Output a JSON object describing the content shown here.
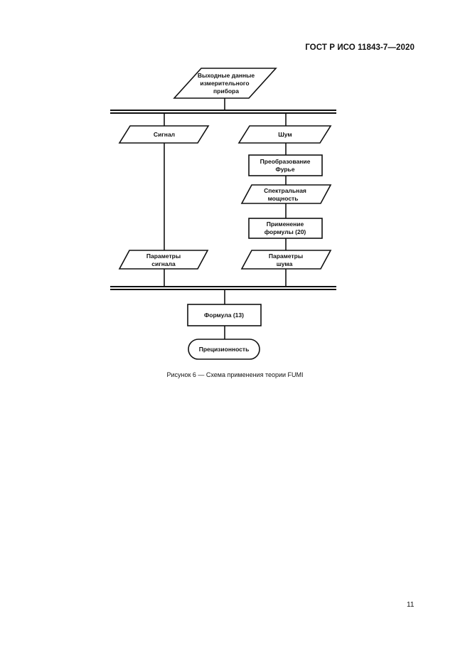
{
  "header": {
    "doc_id": "ГОСТ Р ИСО 11843-7—2020"
  },
  "diagram": {
    "input_line1": "Выходные данные",
    "input_line2": "измерительного",
    "input_line3": "прибора",
    "signal": "Сигнал",
    "noise": "Шум",
    "fourier_line1": "Преобразование",
    "fourier_line2": "Фурье",
    "spectral_line1": "Спектральная",
    "spectral_line2": "мощность",
    "apply_line1": "Применение",
    "apply_line2": "формулы (20)",
    "sigparams_line1": "Параметры",
    "sigparams_line2": "сигнала",
    "noiseparams_line1": "Параметры",
    "noiseparams_line2": "шума",
    "formula13": "Формула (13)",
    "precision": "Прецизионность"
  },
  "caption": "Рисунок 6 — Схема применения теории FUMI",
  "page_number": "11"
}
